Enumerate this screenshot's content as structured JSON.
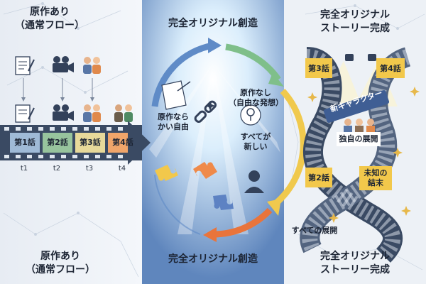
{
  "left": {
    "title": [
      "原作あり",
      "（通常フロー）"
    ],
    "episodes": [
      "第1話",
      "第2話",
      "第3話",
      "第4話"
    ],
    "times": [
      "t1",
      "t2",
      "t3",
      "t4"
    ],
    "bottom_title": [
      "原作あり",
      "（通常フロー）"
    ]
  },
  "center": {
    "title": "完全オリジナル創造",
    "bottom_title": "完全オリジナル創造",
    "freedom": [
      "原作なら",
      "かい自由"
    ],
    "no_source": [
      "原作なし",
      "（自由な発想）"
    ],
    "all_new": [
      "すべてが",
      "新しい"
    ]
  },
  "right": {
    "title": [
      "完全オリジナル",
      "ストーリー完成"
    ],
    "bottom_title": [
      "完全オリジナル",
      "ストーリー完成"
    ],
    "ep3": "第3話",
    "ep4": "第4話",
    "ep2": "第2話",
    "new_character": "新キャラクター",
    "unique_development": "独自の展開",
    "unknown_ending": [
      "未知の",
      "結末"
    ],
    "all_developments": "すべての展開"
  },
  "colors": {
    "ep1": "#9fbad6",
    "ep2": "#97c49d",
    "ep3": "#e7d99a",
    "ep4": "#f0a56a",
    "arc_blue": "#5f8bc7",
    "arc_yellow": "#f0c94d",
    "arc_orange": "#e9743b",
    "film": "#3a4a63"
  },
  "icons": [
    "document-icon",
    "film-camera-icon",
    "people-icon",
    "broken-chain-icon",
    "puzzle-icon",
    "person-silhouette-icon",
    "sparkle-icon",
    "spotlight-icon"
  ]
}
